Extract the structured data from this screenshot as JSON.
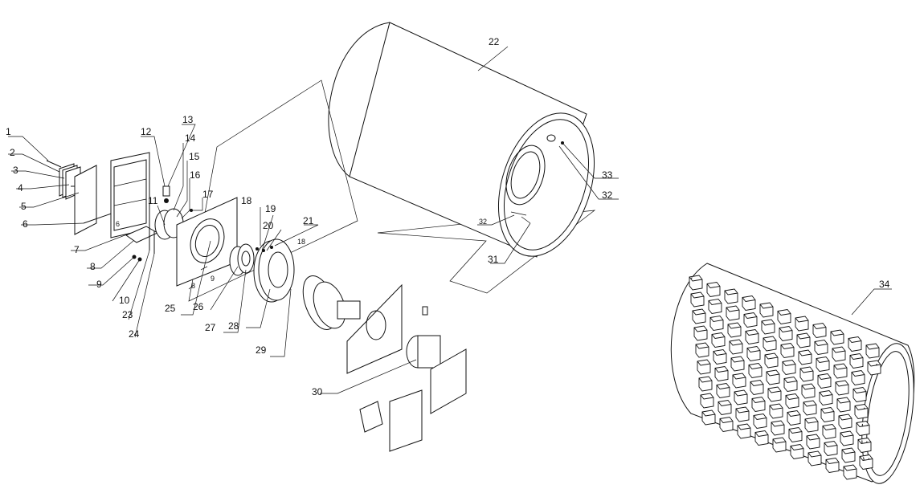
{
  "callouts": [
    {
      "id": "c1",
      "text": "1"
    },
    {
      "id": "c2",
      "text": "2"
    },
    {
      "id": "c3",
      "text": "3"
    },
    {
      "id": "c4",
      "text": "4"
    },
    {
      "id": "c5",
      "text": "5"
    },
    {
      "id": "c6",
      "text": "6"
    },
    {
      "id": "c6b",
      "text": "6"
    },
    {
      "id": "c7",
      "text": "7"
    },
    {
      "id": "c8",
      "text": "8"
    },
    {
      "id": "c8b",
      "text": "8"
    },
    {
      "id": "c9",
      "text": "9"
    },
    {
      "id": "c9b",
      "text": "9"
    },
    {
      "id": "c10",
      "text": "10"
    },
    {
      "id": "c11",
      "text": "11"
    },
    {
      "id": "c12",
      "text": "12"
    },
    {
      "id": "c13",
      "text": "13"
    },
    {
      "id": "c14",
      "text": "14"
    },
    {
      "id": "c15",
      "text": "15"
    },
    {
      "id": "c16",
      "text": "16"
    },
    {
      "id": "c17",
      "text": "17"
    },
    {
      "id": "c18",
      "text": "18"
    },
    {
      "id": "c18b",
      "text": "18"
    },
    {
      "id": "c19",
      "text": "19"
    },
    {
      "id": "c20",
      "text": "20"
    },
    {
      "id": "c21",
      "text": "21"
    },
    {
      "id": "c22",
      "text": "22"
    },
    {
      "id": "c23",
      "text": "23"
    },
    {
      "id": "c24",
      "text": "24"
    },
    {
      "id": "c25",
      "text": "25"
    },
    {
      "id": "c26",
      "text": "26"
    },
    {
      "id": "c27",
      "text": "27"
    },
    {
      "id": "c28",
      "text": "28"
    },
    {
      "id": "c29",
      "text": "29"
    },
    {
      "id": "c30",
      "text": "30"
    },
    {
      "id": "c31",
      "text": "31"
    },
    {
      "id": "c32",
      "text": "32"
    },
    {
      "id": "c32b",
      "text": "32"
    },
    {
      "id": "c33",
      "text": "33"
    },
    {
      "id": "c34",
      "text": "34"
    }
  ]
}
